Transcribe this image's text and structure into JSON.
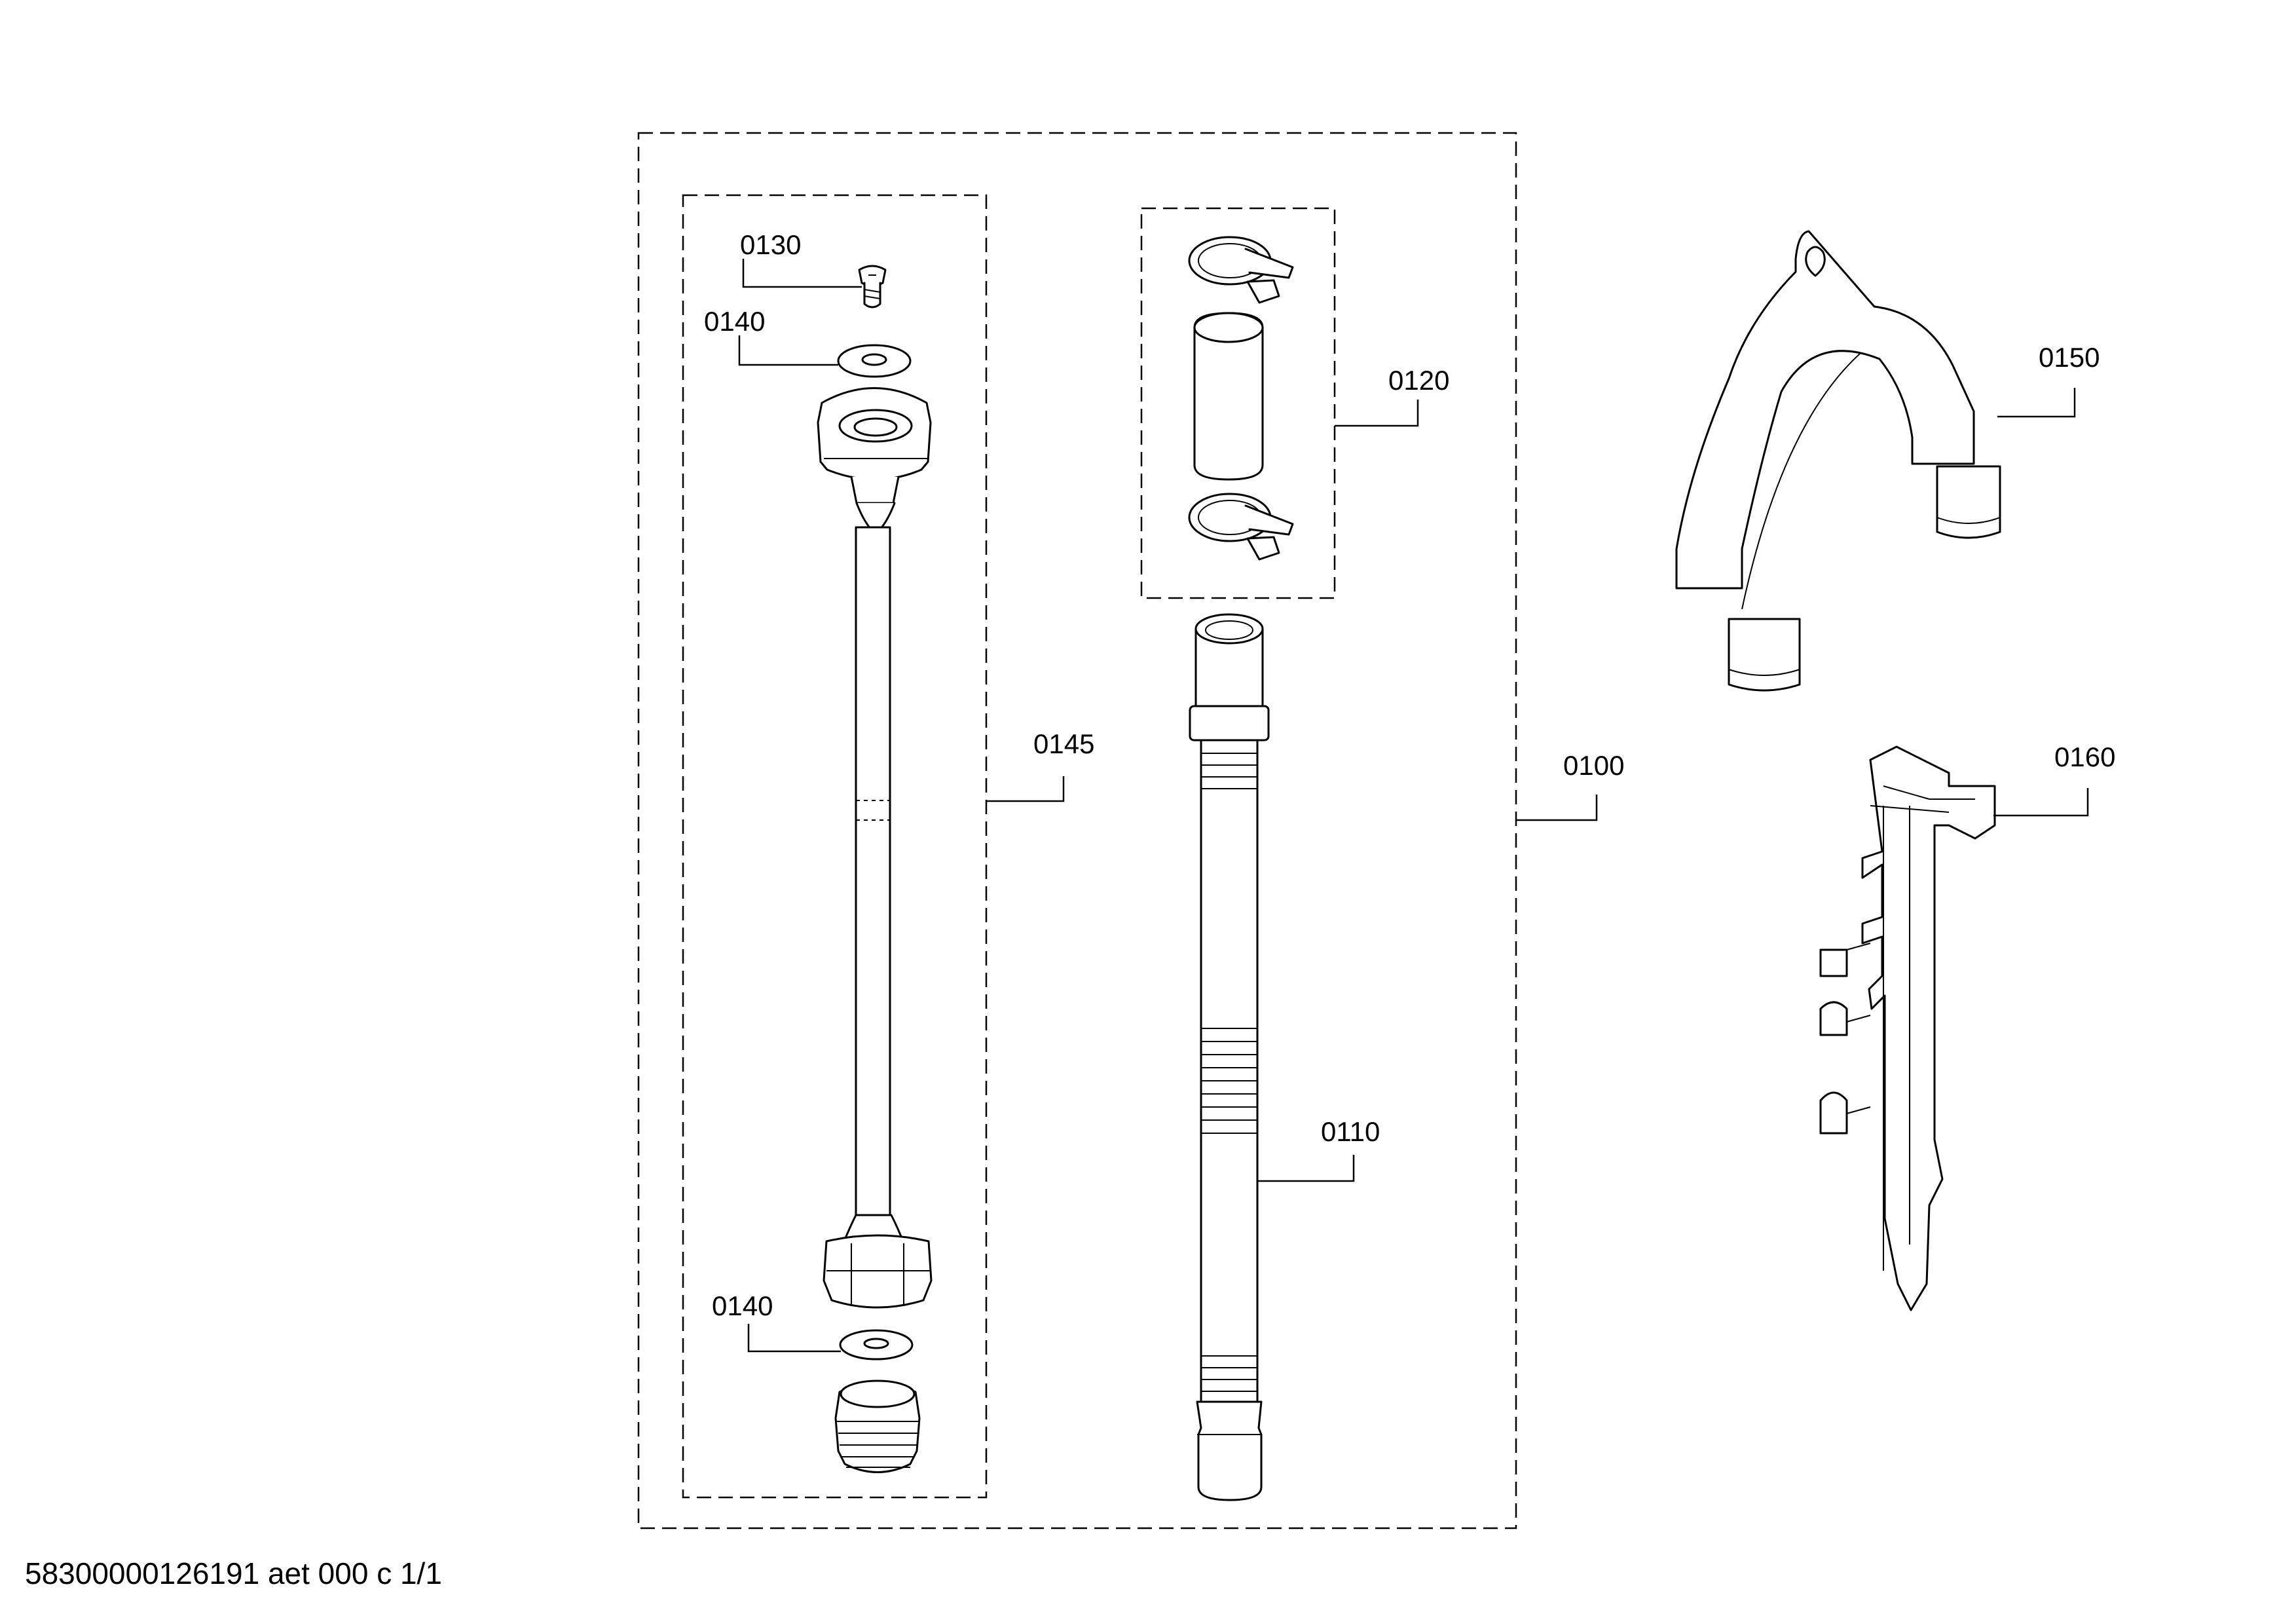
{
  "labels": {
    "p0100": "0100",
    "p0110": "0110",
    "p0120": "0120",
    "p0130": "0130",
    "p0140_top": "0140",
    "p0140_bottom": "0140",
    "p0145": "0145",
    "p0150": "0150",
    "p0160": "0160"
  },
  "footer": "58300000126191 aet 000 c 1/1"
}
